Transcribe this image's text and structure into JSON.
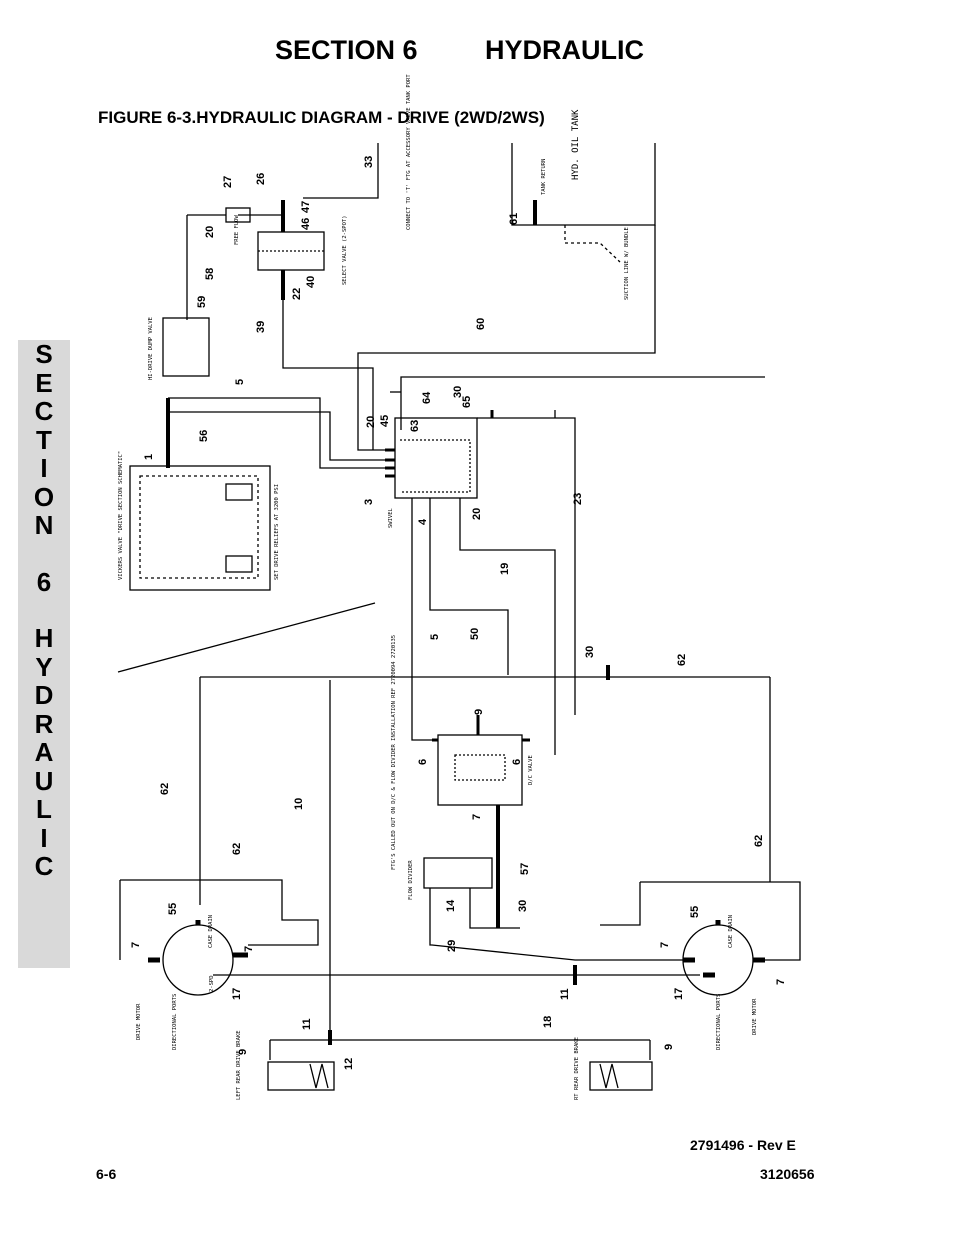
{
  "header": {
    "section": "SECTION 6",
    "title": "HYDRAULIC"
  },
  "figure_title": "FIGURE 6-3.HYDRAULIC DIAGRAM - DRIVE (2WD/2WS)",
  "side_tab": [
    "S",
    "E",
    "C",
    "T",
    "I",
    "O",
    "N",
    "",
    "6",
    "",
    "H",
    "Y",
    "D",
    "R",
    "A",
    "U",
    "L",
    "I",
    "C"
  ],
  "footer": {
    "rev": "2791496 - Rev E",
    "page": "6-6",
    "doc": "3120656"
  },
  "diagram": {
    "callouts": [
      "33",
      "27",
      "26",
      "47",
      "46",
      "20",
      "58",
      "40",
      "22",
      "59",
      "39",
      "61",
      "60",
      "5",
      "64",
      "30",
      "65",
      "63",
      "56",
      "20",
      "45",
      "1",
      "3",
      "4",
      "20",
      "23",
      "19",
      "50",
      "5",
      "30",
      "62",
      "9",
      "6",
      "6",
      "62",
      "10",
      "7",
      "57",
      "62",
      "62",
      "30",
      "14",
      "55",
      "7",
      "7",
      "29",
      "55",
      "7",
      "17",
      "11",
      "18",
      "17",
      "7",
      "11",
      "12",
      "9",
      "9"
    ],
    "labels": {
      "connect": "CONNECT TO 'T' FTG AT ACCESSORY VALVE TANK PORT",
      "tank_return": "TANK RETURN",
      "hyd_oil_tank": "HYD. OIL TANK",
      "suction": "SUCTION LINE W/ BUNDLE",
      "select_valve": "SELECT VALVE (2-SPOT)",
      "free_flow": "FREE FLOW",
      "hi_drive_dump": "HI-DRIVE DUMP VALVE",
      "vickers": "VICKERS VALVE \"DRIVE SECTION SCHEMATIC\"",
      "set_drive": "SET DRIVE RELIEFS AT 3200 PSI",
      "swivel": "SWIVEL",
      "dc_valve": "D/C VALVE",
      "ftgs_note": "FTG'S CALLED OUT ON D/C & FLOW DIVIDER INSTALLATION REF 2720094 2720135",
      "flow_divider": "FLOW DIVIDER",
      "drive_motor_l": "DRIVE MOTOR",
      "directional_ports_l": "DIRECTIONAL PORTS",
      "drive_motor_r": "DRIVE MOTOR",
      "directional_ports_r": "DIRECTIONAL PORTS",
      "left_brake": "LEFT REAR DRIVE BRAKE",
      "right_brake": "RT REAR DRIVE BRAKE",
      "case_drain": "CASE DRAIN",
      "two_spd": "2-SPD"
    }
  }
}
